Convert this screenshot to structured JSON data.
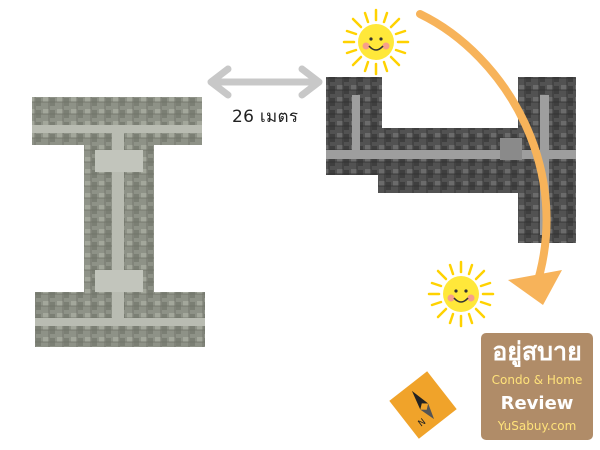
{
  "diagram": {
    "distance_label": "26 เมตร",
    "compass_letter": "N"
  },
  "logo": {
    "title": "อยู่สบาย",
    "subtitle": "Condo & Home",
    "review": "Review",
    "url": "YuSabuy.com"
  },
  "colors": {
    "arrow_gray": "#c8c8c8",
    "sun_path_orange": "#f7b35a",
    "sun_yellow": "#ffe83a",
    "sun_ray": "#ffd200",
    "building_left": "#8b8f84",
    "building_right": "#4f4f4f",
    "corridor": "#b9bcb2",
    "logo_bg": "#b08c68",
    "logo_accent": "#ffe27a",
    "compass_bg": "#f0a32a"
  },
  "icons": [
    "sun-icon",
    "compass-icon",
    "double-arrow-icon"
  ]
}
